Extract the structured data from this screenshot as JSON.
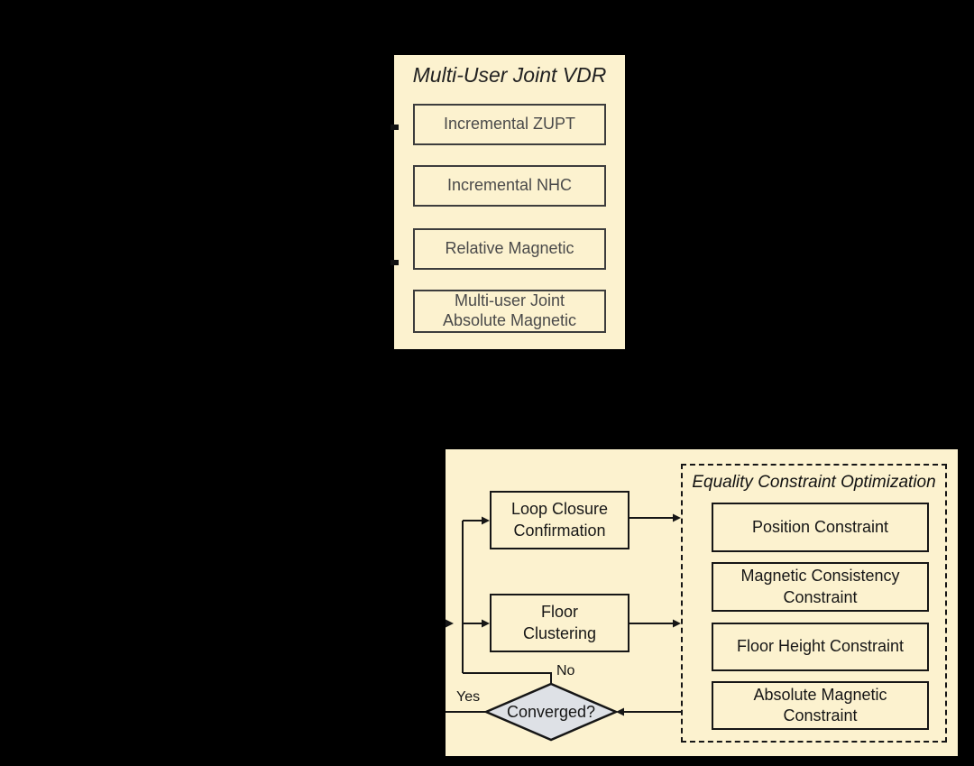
{
  "figure": {
    "background_color": "#000000",
    "panel_color": "#fcf2cf",
    "line_color": "#161616",
    "decision_fill_color": "#dee1e6"
  },
  "vdr_panel": {
    "title": "Multi-User Joint VDR",
    "boxes": [
      {
        "label": "Incremental ZUPT"
      },
      {
        "label": "Incremental NHC"
      },
      {
        "label": "Relative Magnetic"
      },
      {
        "label": "Multi-user Joint\nAbsolute Magnetic"
      }
    ]
  },
  "optimization_panel": {
    "loop_closure_label": "Loop Closure\nConfirmation",
    "floor_clustering_label": "Floor\nClustering",
    "decision_label": "Converged?",
    "yes_label": "Yes",
    "no_label": "No",
    "constraint_group": {
      "title": "Equality Constraint Optimization",
      "boxes": [
        {
          "label": "Position Constraint"
        },
        {
          "label": "Magnetic Consistency\nConstraint"
        },
        {
          "label": "Floor Height Constraint"
        },
        {
          "label": "Absolute Magnetic\nConstraint"
        }
      ]
    }
  }
}
